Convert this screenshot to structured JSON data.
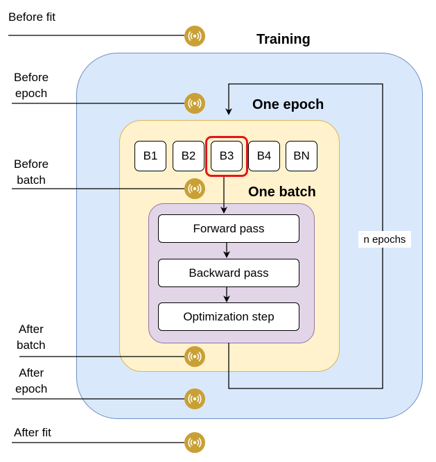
{
  "titles": {
    "training": "Training",
    "epoch": "One epoch",
    "batch": "One batch"
  },
  "batches": [
    "B1",
    "B2",
    "B3",
    "B4",
    "BN"
  ],
  "highlighted_batch": "B3",
  "steps": [
    "Forward pass",
    "Backward pass",
    "Optimization step"
  ],
  "loop_label": "n epochs",
  "callbacks": {
    "before_fit": [
      "Before fit"
    ],
    "before_epoch": [
      "Before",
      "epoch"
    ],
    "before_batch": [
      "Before",
      "batch"
    ],
    "after_batch": [
      "After",
      "batch"
    ],
    "after_epoch": [
      "After",
      "epoch"
    ],
    "after_fit": [
      "After fit"
    ]
  },
  "colors": {
    "training_fill": "#dae8fc",
    "training_stroke": "#6c8ebf",
    "epoch_fill": "#fff2cc",
    "epoch_stroke": "#d6b656",
    "batch_fill": "#e1d5e7",
    "batch_stroke": "#9673a6",
    "highlight": "#e5141a",
    "hook_icon": "#c8a035"
  },
  "icons": [
    "hook-icon"
  ]
}
